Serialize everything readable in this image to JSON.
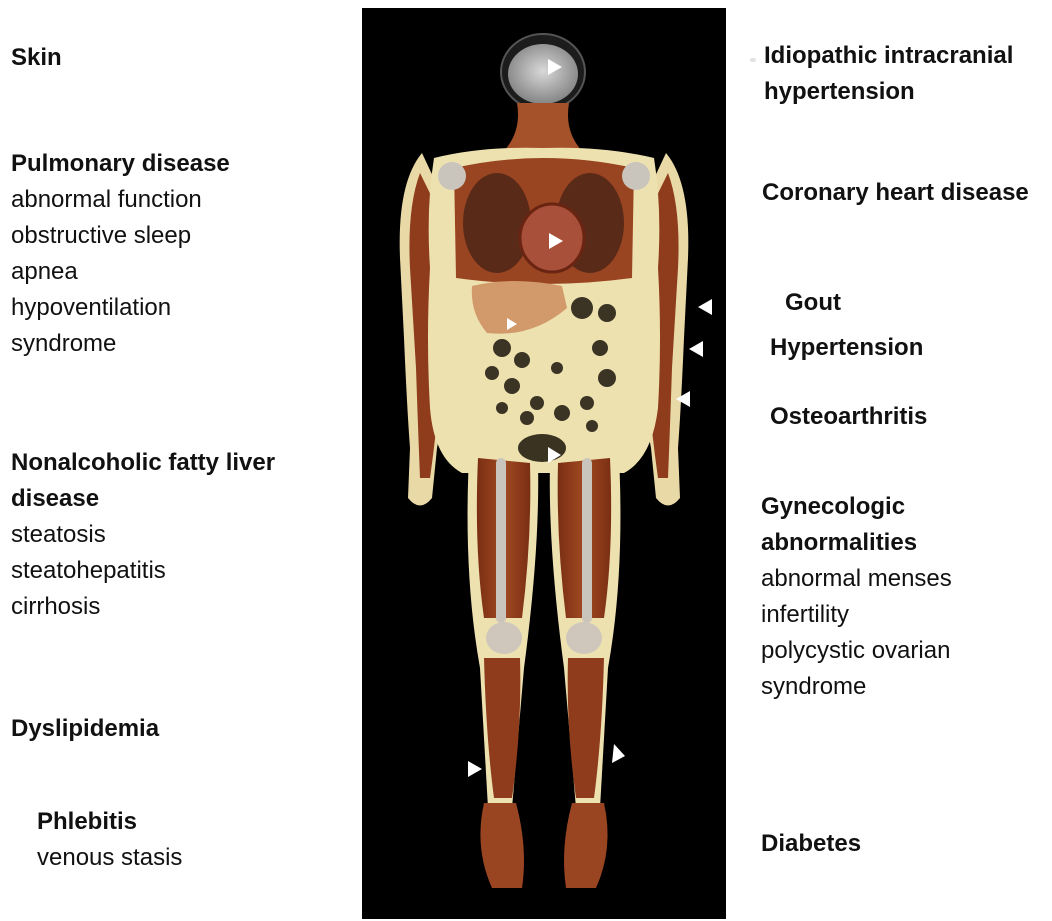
{
  "colors": {
    "background": "#000000",
    "muscle": "#8e3c1c",
    "fat": "#eee1b0",
    "bone": "#c9c4bc",
    "arrow": "#ffffff"
  },
  "left_labels": [
    {
      "title": "Skin",
      "sub": []
    },
    {
      "title": "Pulmonary disease",
      "sub": [
        "abnormal function",
        "obstructive sleep",
        "apnea",
        "hypoventilation",
        "syndrome"
      ]
    },
    {
      "title": "Nonalcoholic fatty liver",
      "sub": [
        "disease"
      ],
      "sub_bold": true
    },
    {
      "title": "",
      "sub": [
        "steatosis",
        "steatohepatitis",
        "cirrhosis"
      ]
    },
    {
      "title": "Dyslipidemia",
      "sub": []
    },
    {
      "title": "Phlebitis",
      "sub": [
        "venous stasis"
      ]
    }
  ],
  "right_labels": [
    {
      "title": "Idiopathic intracranial",
      "sub": [
        "hypertension"
      ],
      "sub_bold": true
    },
    {
      "title": "Coronary heart disease",
      "sub": []
    },
    {
      "title": "Gout",
      "sub": []
    },
    {
      "title": "Hypertension",
      "sub": []
    },
    {
      "title": "Osteoarthritis",
      "sub": []
    },
    {
      "title": "Gynecologic",
      "sub": [
        "abnormalities"
      ],
      "sub_bold": true
    },
    {
      "title": "",
      "sub": [
        "abnormal menses",
        "infertility",
        "polycystic ovarian",
        "syndrome"
      ]
    },
    {
      "title": "Diabetes",
      "sub": []
    }
  ]
}
